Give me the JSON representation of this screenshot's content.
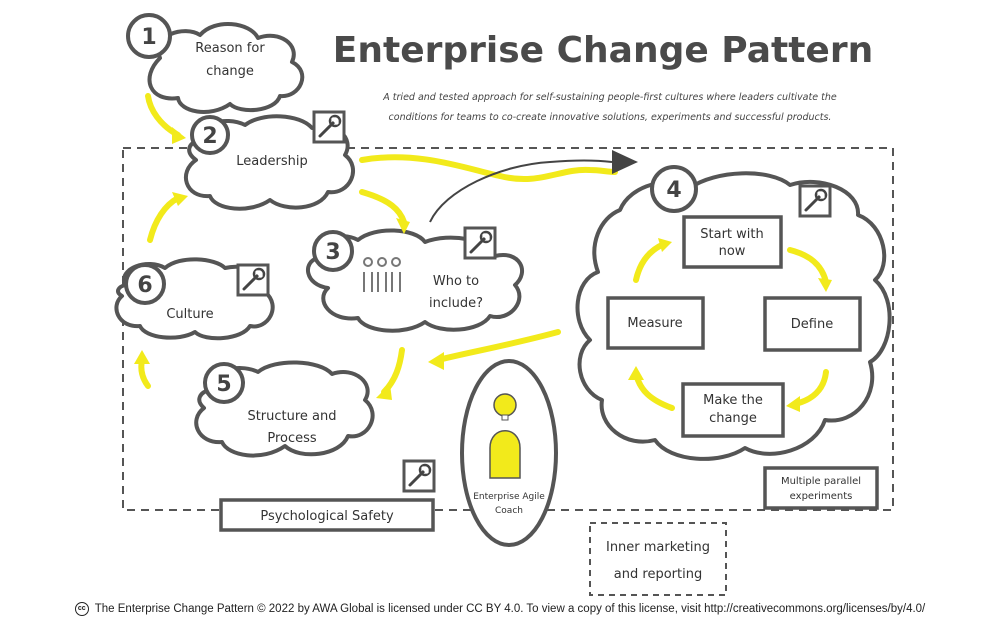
{
  "title": "Enterprise Change Pattern",
  "subtitle_line1": "A tried and tested approach for self-sustaining people-first cultures where leaders cultivate the",
  "subtitle_line2": "conditions for teams to co-create innovative solutions, experiments and successful products.",
  "steps": [
    {
      "number": "1",
      "line1": "Reason for",
      "line2": "change"
    },
    {
      "number": "2",
      "line1": "Leadership",
      "line2": ""
    },
    {
      "number": "3",
      "line1": "Who to",
      "line2": "include?"
    },
    {
      "number": "4",
      "line1": "",
      "line2": ""
    },
    {
      "number": "5",
      "line1": "Structure and",
      "line2": "Process"
    },
    {
      "number": "6",
      "line1": "Culture",
      "line2": ""
    }
  ],
  "experiment_cycle": {
    "start": [
      "Start with",
      "now"
    ],
    "define": "Define",
    "make": [
      "Make the",
      "change"
    ],
    "measure": "Measure"
  },
  "multiple_parallel": [
    "Multiple parallel",
    "experiments"
  ],
  "psychological_safety": "Psychological Safety",
  "coach": [
    "Enterprise Agile",
    "Coach"
  ],
  "inner_marketing": [
    "Inner marketing",
    "and reporting"
  ],
  "footer": "The Enterprise Change Pattern © 2022 by AWA Global is licensed under CC BY 4.0. To view a copy of this license, visit http://creativecommons.org/licenses/by/4.0/",
  "cc_icon": "cc",
  "colors": {
    "accent_yellow": "#f2ea1b",
    "line_gray": "#555555"
  }
}
